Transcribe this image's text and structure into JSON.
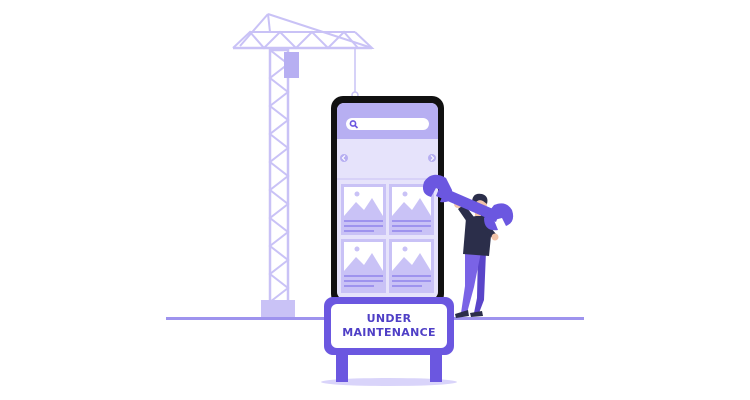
{
  "illustration": {
    "sign": {
      "line1": "UNDER",
      "line2": "MAINTENANCE"
    },
    "colors": {
      "accent": "#6B57E0",
      "accent_dark": "#4F3FC6",
      "lavender": "#B7AFF2",
      "lavender_light": "#D9D4FA",
      "phone_body": "#111111",
      "screen_bg": "#E6E3FB",
      "navy": "#2B2E4A",
      "ground": "#9E93EE"
    },
    "icons": {
      "search": "search-icon",
      "prev": "chevron-left-icon",
      "next": "chevron-right-icon",
      "image": "image-placeholder-icon",
      "wrench": "wrench-icon",
      "crane": "construction-crane-icon",
      "worker": "worker-figure"
    }
  }
}
